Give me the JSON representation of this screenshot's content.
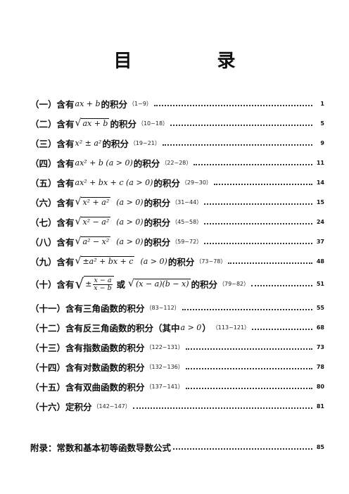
{
  "title": "目    录",
  "entries": [
    {
      "label": "（一）含有",
      "expr": "ax + b",
      "suffix": "的积分",
      "range": "（1~9）",
      "page": "1"
    },
    {
      "label": "（二）含有",
      "expr": "ax + b",
      "suffix": "的积分",
      "range": "（10~18）",
      "page": "5"
    },
    {
      "label": "（三）含有",
      "expr": "x² ± a²",
      "suffix": "的积分",
      "range": "（19~21）",
      "page": "9"
    },
    {
      "label": "（四）含有",
      "expr": "ax² + b  (a > 0)",
      "suffix": "的积分",
      "range": "（22~28）",
      "page": "11"
    },
    {
      "label": "（五）含有",
      "expr": "ax² + bx + c  (a > 0)",
      "suffix": "的积分",
      "range": "（29~30）",
      "page": "14"
    },
    {
      "label": "（六）含有",
      "expr": "x² + a²",
      "cond": "(a > 0)",
      "suffix": "的积分",
      "range": "（31~44）",
      "page": "15"
    },
    {
      "label": "（七）含有",
      "expr": "x² − a²",
      "cond": "(a > 0)",
      "suffix": "的积分",
      "range": "（45~58）",
      "page": "24"
    },
    {
      "label": "（八）含有",
      "expr": "a² − x²",
      "cond": "(a > 0)",
      "suffix": "的积分",
      "range": "（59~72）",
      "page": "37"
    },
    {
      "label": "（九）含有",
      "expr": "±a² + bx + c",
      "cond": "(a > 0)",
      "suffix": "的积分",
      "range": "（73~78）",
      "page": "48"
    },
    {
      "label": "（十）含有",
      "frac_num": "x − a",
      "frac_den": "x − b",
      "or": "或",
      "expr2": "(x − a)(b − x)",
      "suffix": "的积分",
      "range": "（79~82）",
      "page": "51"
    },
    {
      "label": "（十一）含有三角函数的积分",
      "range": "（83~112）",
      "page": "55"
    },
    {
      "label": "（十二）含有反三角函数的积分（其中",
      "expr": "a > 0",
      "suffix": "）",
      "range": "（113~121）",
      "page": "68"
    },
    {
      "label": "（十三）含有指数函数的积分",
      "range": "（122~131）",
      "page": "73"
    },
    {
      "label": "（十四）含有对数函数的积分",
      "range": "（132~136）",
      "page": "78"
    },
    {
      "label": "（十五）含有双曲函数的积分",
      "range": "（137~141）",
      "page": "80"
    },
    {
      "label": "（十六）定积分",
      "range": "（142~147）",
      "page": "81"
    }
  ],
  "appendix": {
    "label": "附录：常数和基本初等函数导数公式",
    "page": "85"
  }
}
